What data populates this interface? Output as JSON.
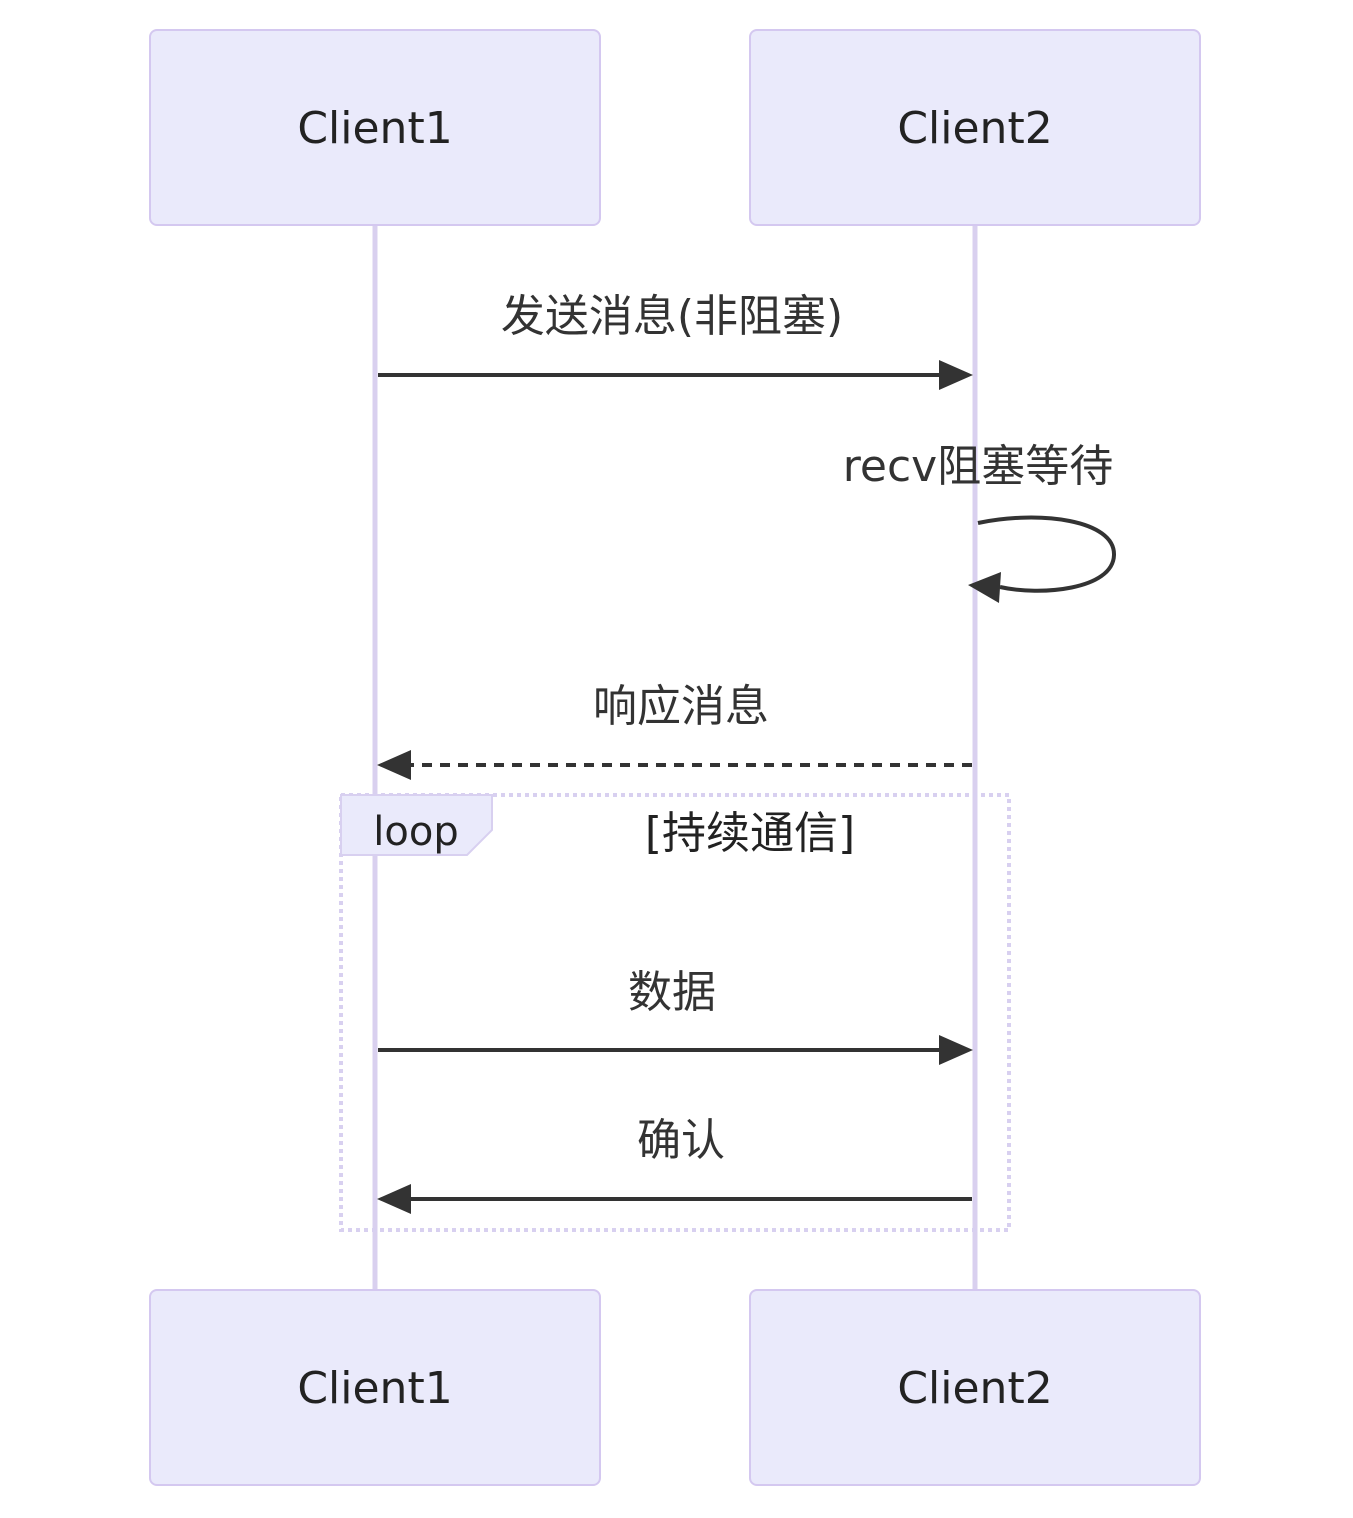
{
  "actors": {
    "a1": {
      "name": "Client1"
    },
    "a2": {
      "name": "Client2"
    }
  },
  "messages": [
    {
      "from": "Client1",
      "to": "Client2",
      "text": "发送消息(非阻塞)",
      "style": "solid"
    },
    {
      "from": "Client2",
      "to": "Client2",
      "text": "recv阻塞等待",
      "style": "solid"
    },
    {
      "from": "Client2",
      "to": "Client1",
      "text": "响应消息",
      "style": "dashed"
    },
    {
      "from": "Client1",
      "to": "Client2",
      "text": "数据",
      "style": "solid"
    },
    {
      "from": "Client2",
      "to": "Client1",
      "text": "确认",
      "style": "solid"
    }
  ],
  "loop": {
    "label": "loop",
    "condition": "[持续通信]"
  },
  "colors": {
    "actor_fill": "#eaeafb",
    "actor_border": "#d4c8f0",
    "lifeline": "#d9d0ef",
    "arrow": "#333333",
    "loop_border": "#d8d0f0"
  }
}
